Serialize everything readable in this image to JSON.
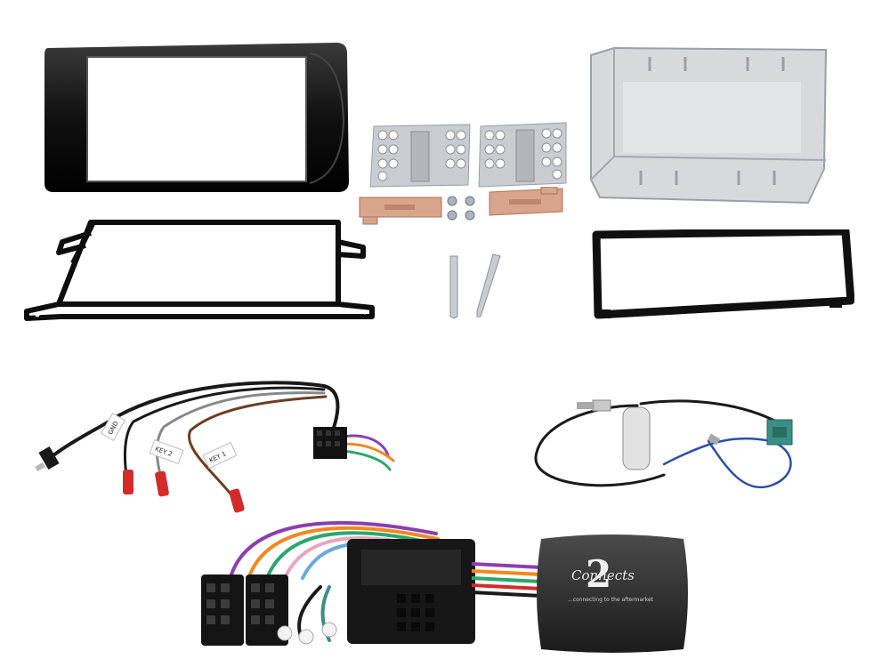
{
  "harness_labels": {
    "gnd": "GND",
    "key2": "KEY 2",
    "key1": "KEY 1"
  },
  "brand": {
    "number": "2",
    "name": "Connects",
    "tagline": "...connecting to the aftermarket"
  },
  "colors": {
    "frame_black": "#141414",
    "metal": "#c9ccd0",
    "copper": "#d8a58c",
    "wire_red": "#d42a2a",
    "antenna_blue": "#2b4fa8",
    "fakra_teal": "#3a8f84"
  }
}
